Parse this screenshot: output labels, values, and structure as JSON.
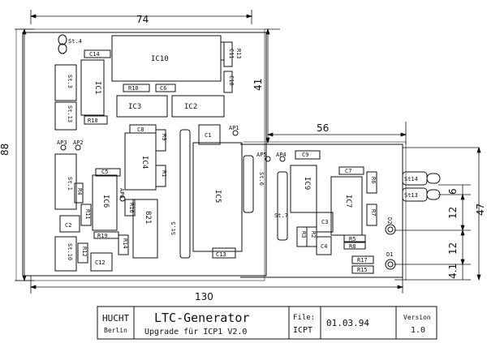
{
  "dimensions": {
    "top_width": "74",
    "left_height": "88",
    "right_height": "41",
    "ext_width": "56",
    "total_width": "130",
    "ext_height": "47",
    "d6": "6",
    "d12a": "12",
    "d12b": "12",
    "d41": "4.1"
  },
  "components": {
    "IC10": "IC10",
    "C14": "C14",
    "R13": "R13",
    "C11": "C11",
    "C10": "C10",
    "IC1": "IC1",
    "R10": "R10",
    "C6": "C6",
    "IC3": "IC3",
    "IC2": "IC2",
    "R18": "R18",
    "C8": "C8",
    "C1": "C1",
    "AP1": "AP1",
    "R9": "R9",
    "IC4": "IC4",
    "IC5": "IC5",
    "AP5": "AP5",
    "AP4": "AP4",
    "C9": "C9",
    "C5": "C5",
    "R1": "R1",
    "IC6": "IC6",
    "AP6": "AP6",
    "R16": "R16",
    "Q21": "821",
    "R4": "R4",
    "R11": "R11",
    "C2": "C2",
    "R19": "R19",
    "R14": "R14",
    "R12": "R12",
    "C12": "C12",
    "C13": "C13",
    "IC9": "IC9",
    "C3": "C3",
    "R3": "R3",
    "R2": "R2",
    "C4": "C4",
    "C7": "C7",
    "R6": "R6",
    "IC7": "IC7",
    "R7": "R7",
    "R5": "R5",
    "R8": "R8",
    "R17": "R17",
    "R15": "R15",
    "D1": "D1",
    "D2": "D2",
    "AP3": "AP3",
    "AP2": "AP2",
    "St4": "St.4",
    "St3": "St.3",
    "St13": "St.13",
    "St1": "St.1",
    "St10": "St.10",
    "St5": "St.5",
    "St6": "St.6",
    "St7": "St.7",
    "St14": "St14",
    "St13b": "St13"
  },
  "title_block": {
    "company": "HUCHT",
    "city": "Berlin",
    "title": "LTC-Generator",
    "subtitle": "Upgrade für ICP1 V2.0",
    "file_label": "File:",
    "file_name": "ICPT",
    "date": "01.03.94",
    "version_label": "Version",
    "version": "1.0"
  }
}
